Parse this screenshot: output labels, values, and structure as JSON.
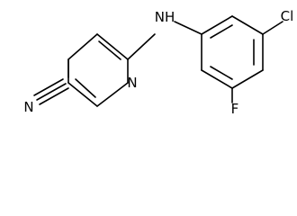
{
  "molecule": {
    "atoms": {
      "nitrile_n": "N",
      "pyridine_n": "N",
      "amine": "NH",
      "chlorine": "Cl",
      "fluorine": "F"
    }
  }
}
